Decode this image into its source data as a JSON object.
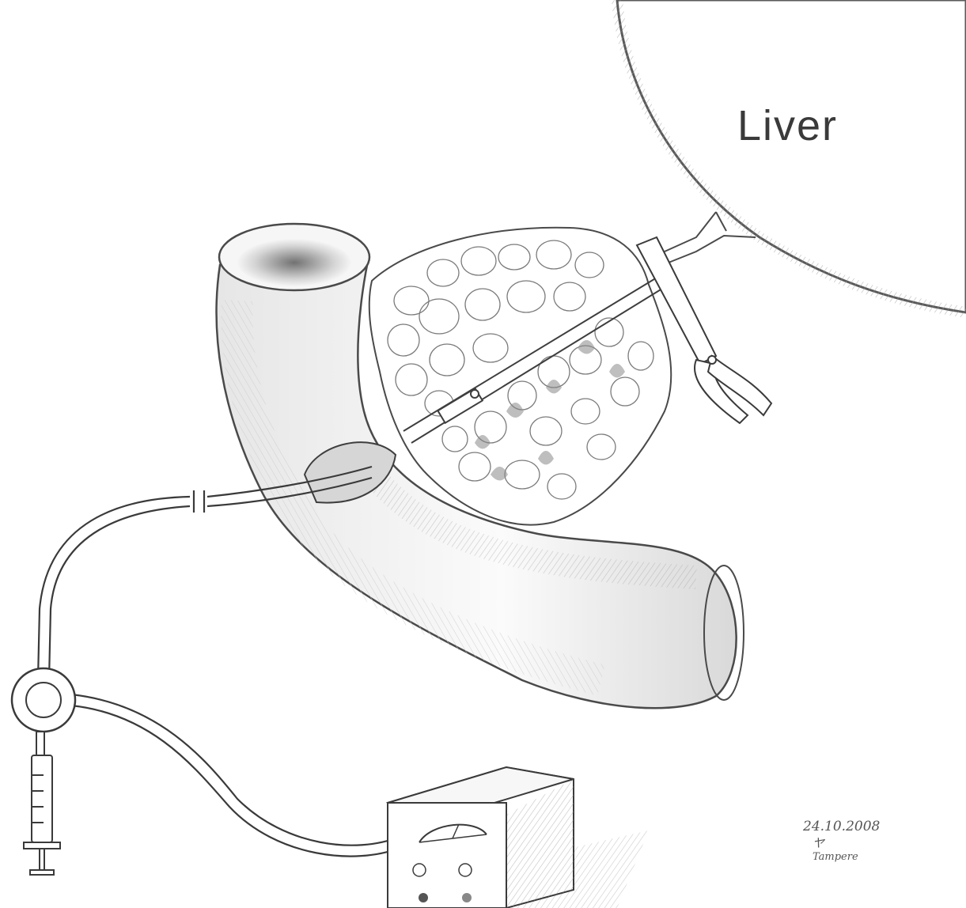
{
  "drawing": {
    "organ_label": "Liver",
    "signature": {
      "date": "24.10.2008",
      "initials": "ヤ",
      "place": "Tampere"
    }
  },
  "colors": {
    "paper": "#ffffff",
    "pencil_line": "#4a4a4a",
    "pencil_shade": "#b9b9b9"
  }
}
